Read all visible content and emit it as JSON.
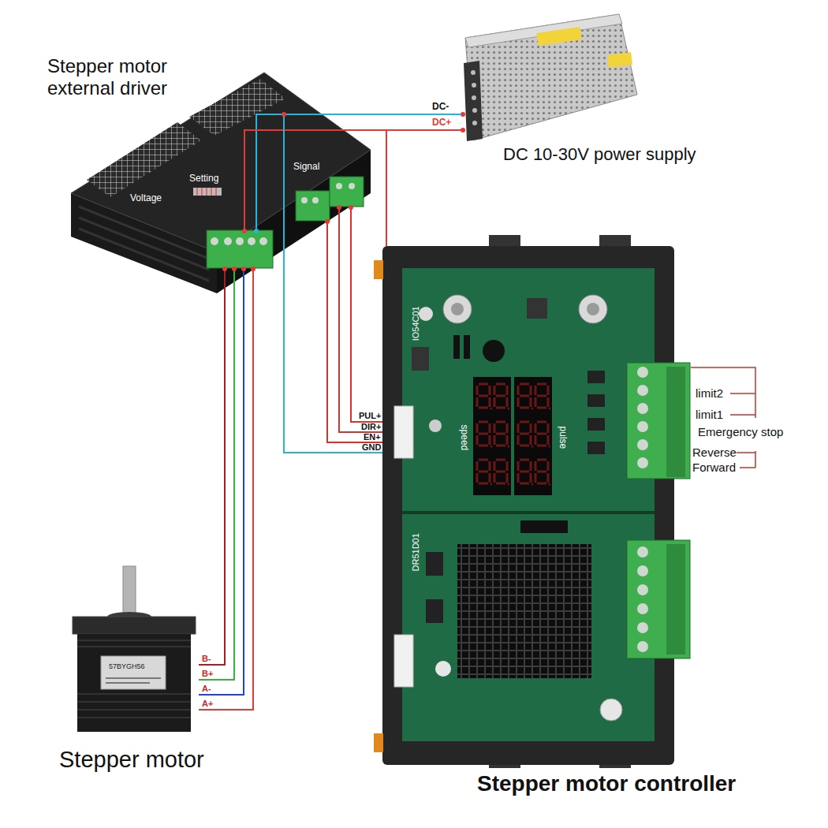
{
  "diagram": {
    "nodes": [
      {
        "text": [
          "Stepper motor external driver"
        ]
      },
      {
        "text": [
          "DC 10-30V power supply"
        ]
      },
      {
        "text": [
          "Stepper motor controller"
        ]
      },
      {
        "text": [
          "Stepper motor"
        ]
      }
    ],
    "edges": [
      {
        "from": 1,
        "to": 0,
        "arrow": "none",
        "label": "DC-"
      },
      {
        "from": 1,
        "to": 0,
        "arrow": "none",
        "label": "DC+"
      },
      {
        "from": 1,
        "to": 2,
        "arrow": "none"
      },
      {
        "from": 2,
        "to": 0,
        "arrow": "none",
        "label": "PUL+"
      },
      {
        "from": 2,
        "to": 0,
        "arrow": "none",
        "label": "DIR+"
      },
      {
        "from": 2,
        "to": 0,
        "arrow": "none",
        "label": "EN+"
      },
      {
        "from": 2,
        "to": 0,
        "arrow": "none",
        "label": "GND"
      },
      {
        "from": 0,
        "to": 3,
        "arrow": "none",
        "label": "B-"
      },
      {
        "from": 0,
        "to": 3,
        "arrow": "none",
        "label": "B+"
      },
      {
        "from": 0,
        "to": 3,
        "arrow": "none",
        "label": "A-"
      },
      {
        "from": 0,
        "to": 3,
        "arrow": "none",
        "label": "A+"
      }
    ],
    "labels": [
      "Voltage",
      "Setting",
      "Signal",
      "IO54C01",
      "speed",
      "pulse",
      "limit2",
      "limit1",
      "Emergency stop",
      "Reverse",
      "Forward",
      "DR51D01",
      "57BYGH56"
    ]
  }
}
